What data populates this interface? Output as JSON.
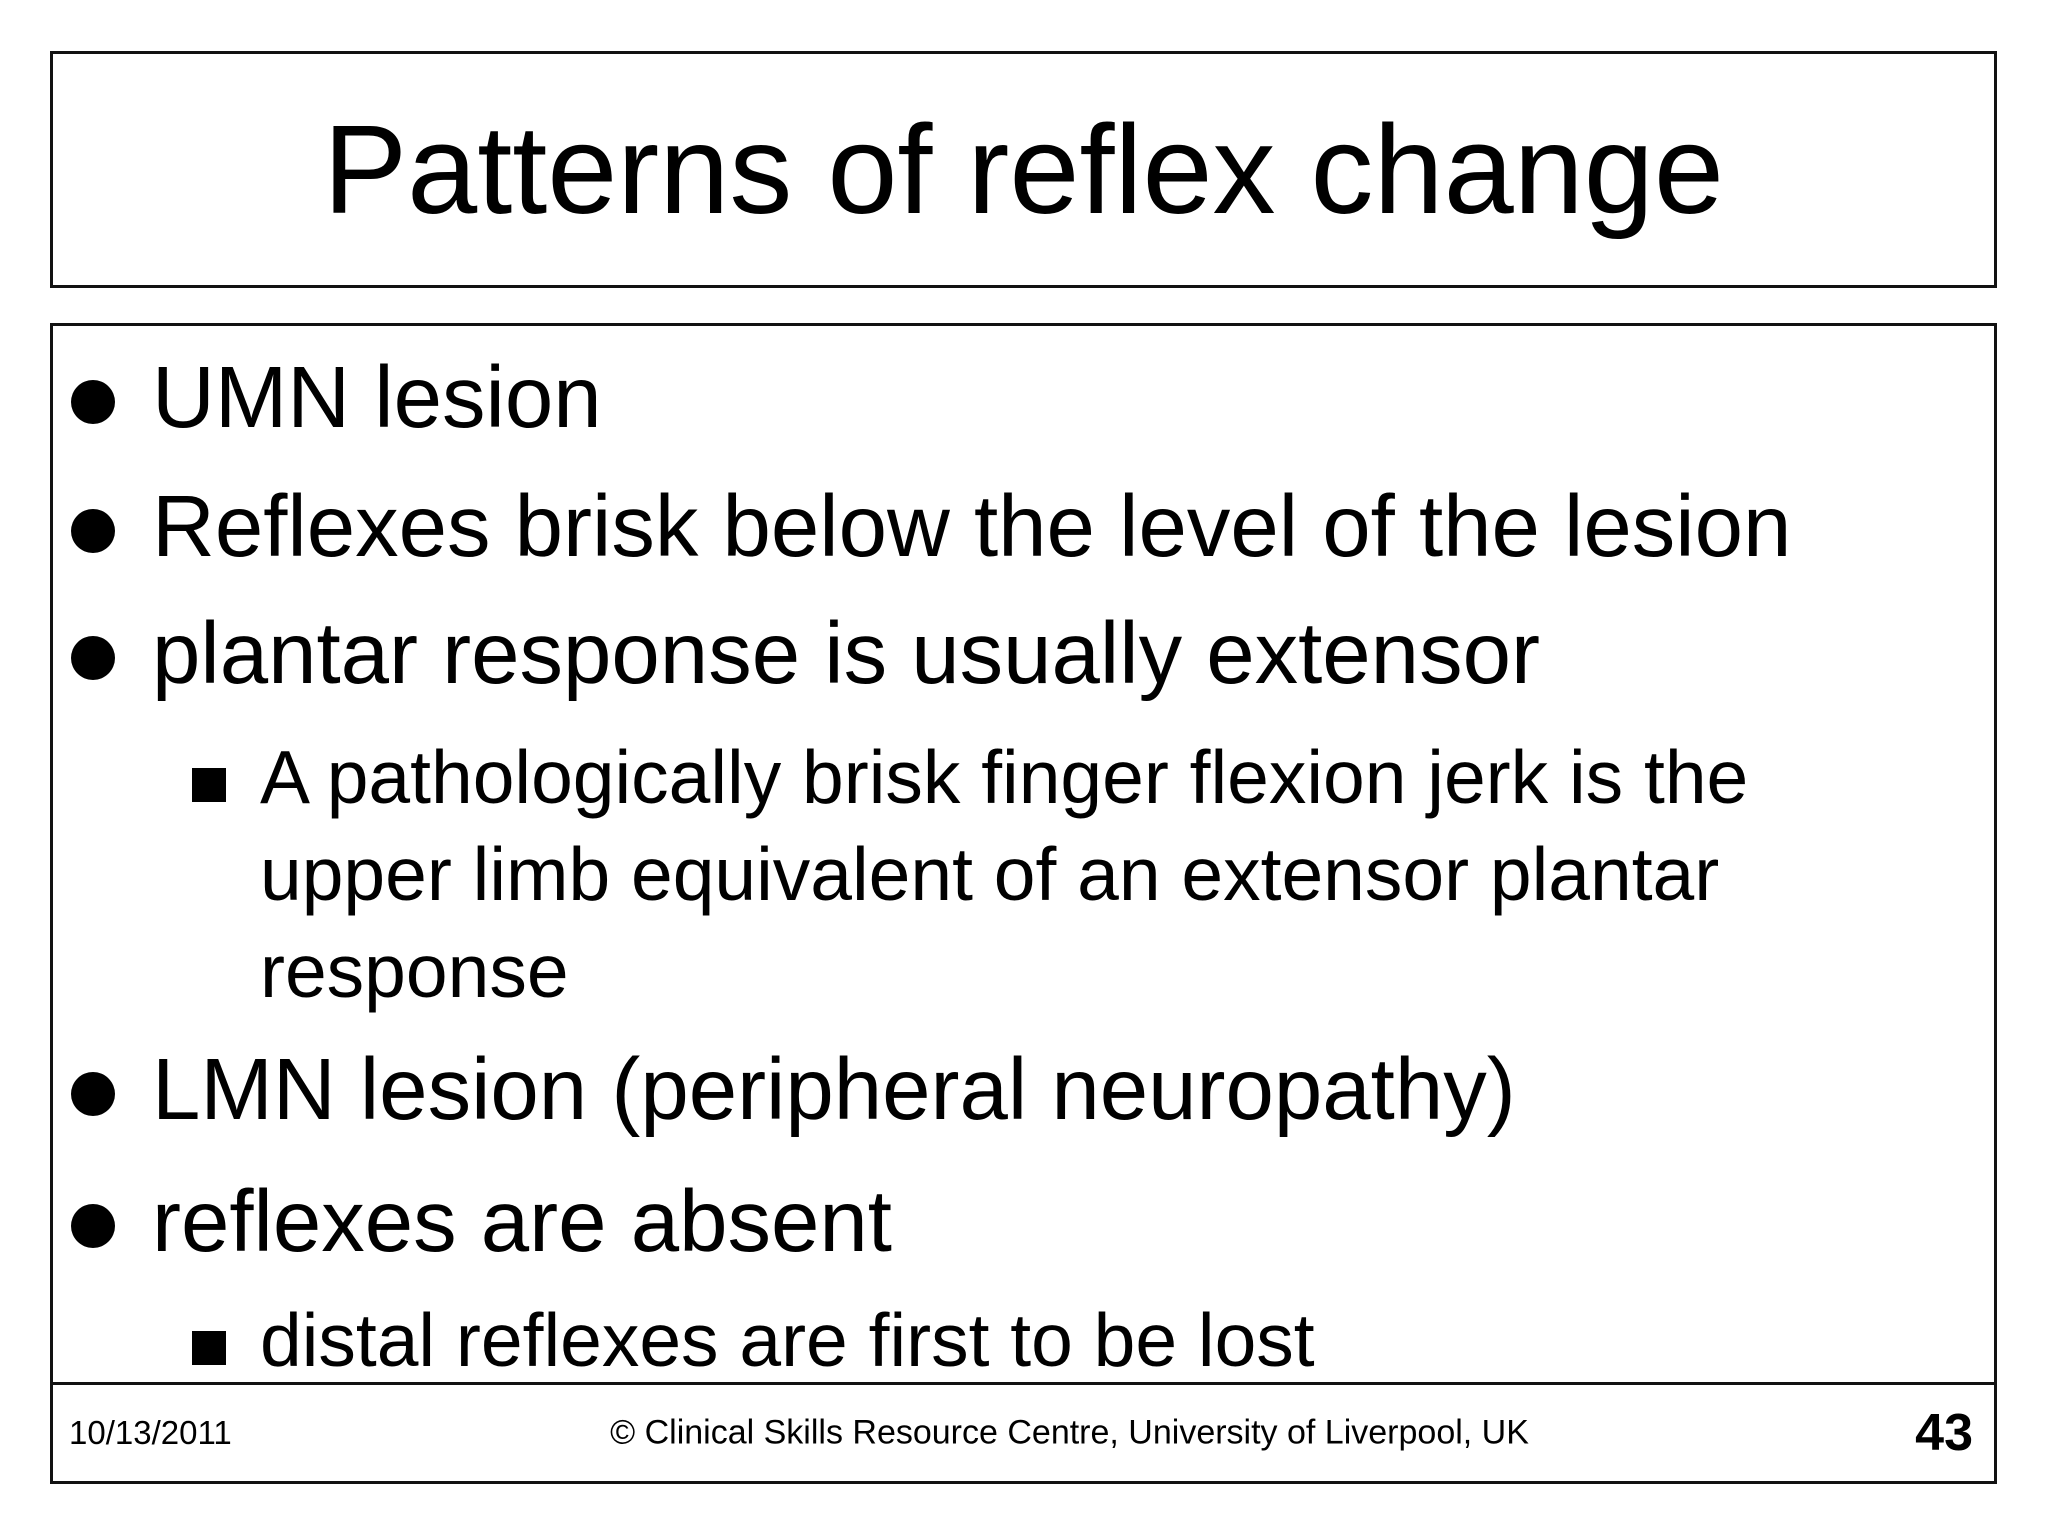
{
  "slide": {
    "title": "Patterns of reflex change",
    "content": {
      "bullets": [
        {
          "level": 1,
          "marker": "disc",
          "text": "UMN lesion"
        },
        {
          "level": 1,
          "marker": "disc",
          "text": "Reflexes brisk below the level of the lesion"
        },
        {
          "level": 1,
          "marker": "disc",
          "text": "plantar response is usually extensor"
        },
        {
          "level": 2,
          "marker": "square",
          "text": "A pathologically brisk finger flexion jerk is the upper limb equivalent of an extensor plantar response"
        },
        {
          "level": 1,
          "marker": "disc",
          "text": "LMN lesion (peripheral neuropathy)"
        },
        {
          "level": 1,
          "marker": "disc",
          "text": "reflexes are absent"
        },
        {
          "level": 2,
          "marker": "square",
          "text": "distal reflexes are first to be lost"
        }
      ]
    },
    "footer": {
      "date": "10/13/2011",
      "copyright": "© Clinical Skills Resource Centre, University of Liverpool, UK",
      "slide_number": "43"
    },
    "colors": {
      "background": "#ffffff",
      "text": "#000000",
      "border": "#121212"
    }
  }
}
